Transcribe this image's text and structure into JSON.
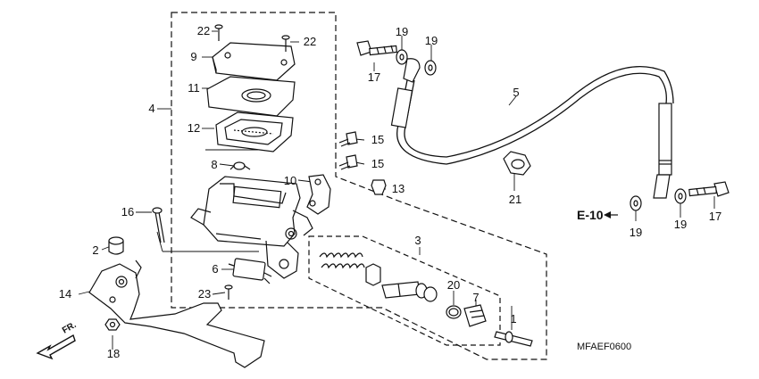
{
  "callouts": {
    "c1": "1",
    "c2": "2",
    "c3": "3",
    "c4": "4",
    "c5": "5",
    "c6": "6",
    "c7": "7",
    "c8": "8",
    "c9": "9",
    "c10": "10",
    "c11": "11",
    "c12": "12",
    "c13": "13",
    "c14": "14",
    "c15a": "15",
    "c15b": "15",
    "c16": "16",
    "c17a": "17",
    "c17b": "17",
    "c18": "18",
    "c19a": "19",
    "c19b": "19",
    "c19c": "19",
    "c19d": "19",
    "c20": "20",
    "c21": "21",
    "c22a": "22",
    "c22b": "22",
    "c23": "23"
  },
  "reference": {
    "label": "E-10"
  },
  "direction": {
    "label": "FR."
  },
  "diagram_code": "MFAEF0600"
}
